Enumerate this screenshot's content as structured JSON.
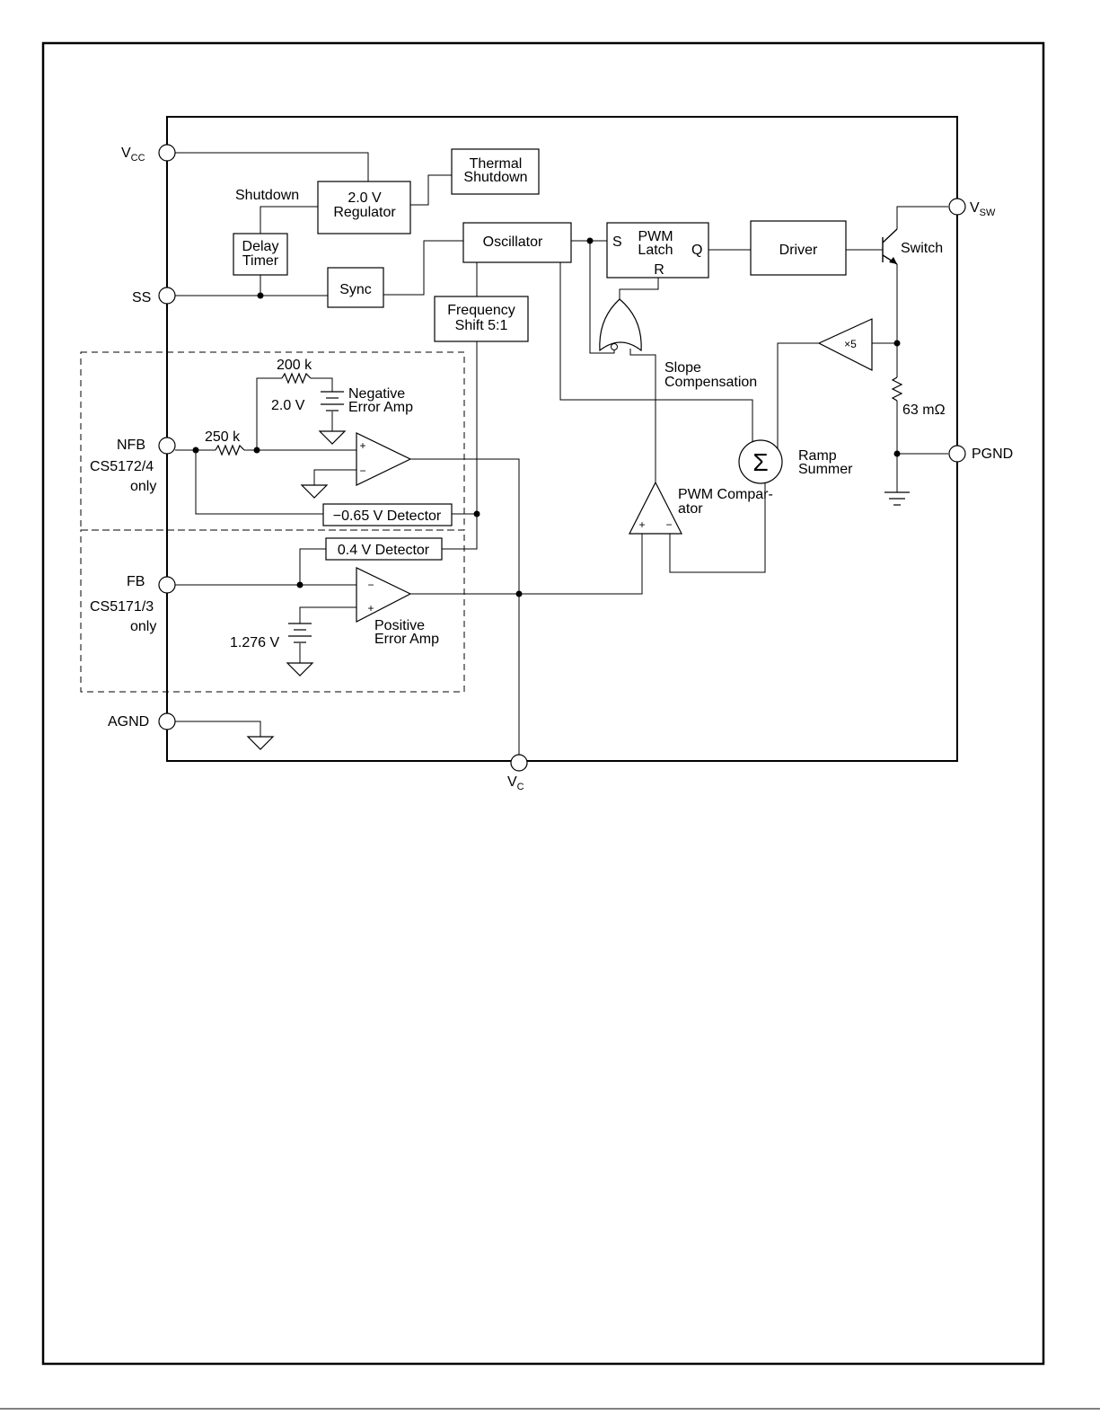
{
  "pins": {
    "vcc": {
      "main": "V",
      "sub": "CC"
    },
    "ss": "SS",
    "nfb": "NFB",
    "nfb_note1": "CS5172/4",
    "nfb_note2": "only",
    "fb": "FB",
    "fb_note1": "CS5171/3",
    "fb_note2": "only",
    "agnd": "AGND",
    "vc": {
      "main": "V",
      "sub": "C"
    },
    "vsw": {
      "main": "V",
      "sub": "SW"
    },
    "pgnd": "PGND"
  },
  "blocks": {
    "thermal_shutdown": [
      "Thermal",
      "Shutdown"
    ],
    "shutdown_label": "Shutdown",
    "regulator": [
      "2.0 V",
      "Regulator"
    ],
    "delay_timer": [
      "Delay",
      "Timer"
    ],
    "sync": "Sync",
    "oscillator": "Oscillator",
    "frequency_shift": [
      "Frequency",
      "Shift 5:1"
    ],
    "pwm_latch": {
      "title": [
        "PWM",
        "Latch"
      ],
      "s": "S",
      "q": "Q",
      "r": "R"
    },
    "driver": "Driver",
    "switch": "Switch",
    "slope_compensation": [
      "Slope",
      "Compensation"
    ],
    "ramp_summer": [
      "Ramp",
      "Summer"
    ],
    "ramp_symbol": "Σ",
    "pwm_comparator": [
      "PWM Compar-",
      "ator"
    ],
    "gain_amp": "×5",
    "sense_resistor": "63 mΩ",
    "neg_detector": "−0.65 V Detector",
    "pos_detector": "0.4 V Detector",
    "negative_error_amp": [
      "Negative",
      "Error Amp"
    ],
    "positive_error_amp": [
      "Positive",
      "Error Amp"
    ],
    "r200k": "200 k",
    "r250k": "250 k",
    "ref_2v": "2.0 V",
    "ref_1276v": "1.276 V",
    "plus": "+",
    "minus": "−"
  }
}
